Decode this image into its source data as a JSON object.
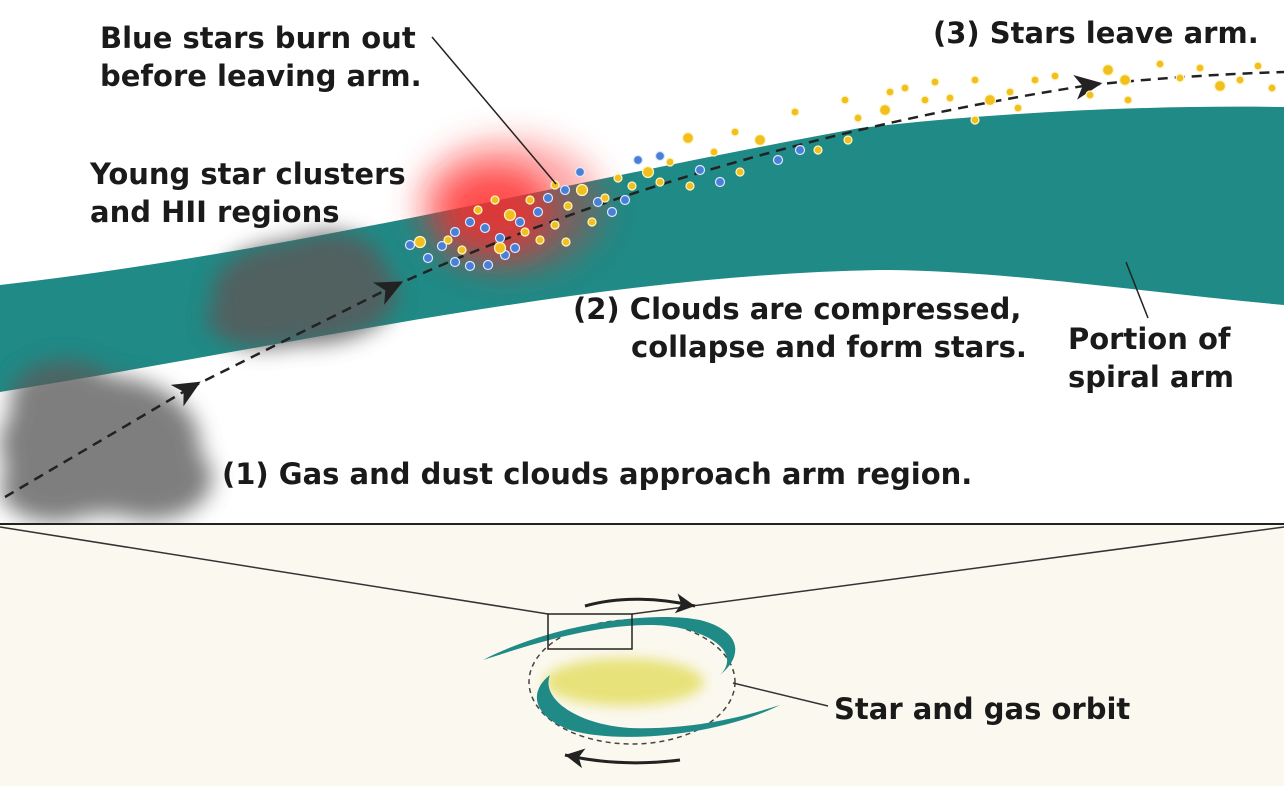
{
  "labels": {
    "blue_stars": {
      "line1": "Blue stars burn out",
      "line2": "before leaving arm."
    },
    "young_clusters": {
      "line1": "Young star clusters",
      "line2": "and HII regions"
    },
    "step3": "(3)  Stars leave arm.",
    "step2": {
      "line1": "(2) Clouds are compressed,",
      "line2": "collapse and form stars."
    },
    "portion": {
      "line1": "Portion of",
      "line2": "spiral arm"
    },
    "step1": "(1) Gas and dust clouds approach arm region.",
    "orbit": "Star and gas orbit"
  },
  "colors": {
    "arm": "#1f8a86",
    "gas_cloud": "#5a5a5a",
    "hii_region": "#ff2a2a",
    "blue_star": "#4a7fd6",
    "yellow_star": "#f2c01e",
    "galaxy_core": "#e8e27a",
    "lower_panel": "#fbf8ef"
  }
}
